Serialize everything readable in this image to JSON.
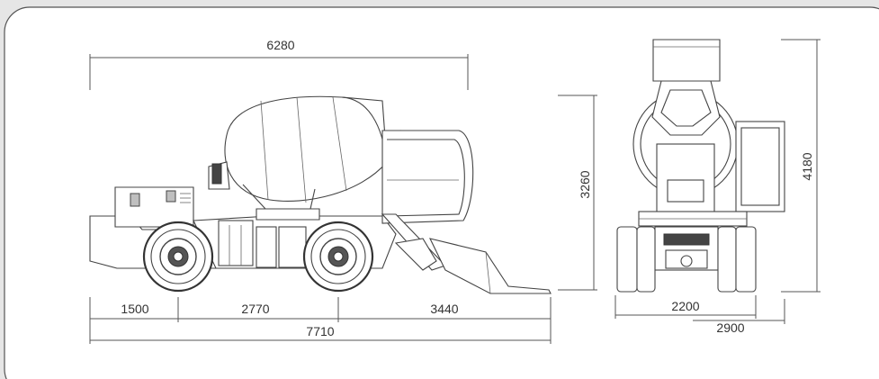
{
  "dimensions": {
    "side_overall_top": "6280",
    "side_height": "3260",
    "front_height": "4180",
    "side_rear_overhang": "1500",
    "side_wheelbase": "2770",
    "side_front_overhang": "3440",
    "side_total_length": "7710",
    "front_track": "2200",
    "front_total_width": "2900"
  },
  "colors": {
    "background": "#e6e6e6",
    "panel": "#ffffff",
    "border": "#555555",
    "line": "#444444"
  }
}
